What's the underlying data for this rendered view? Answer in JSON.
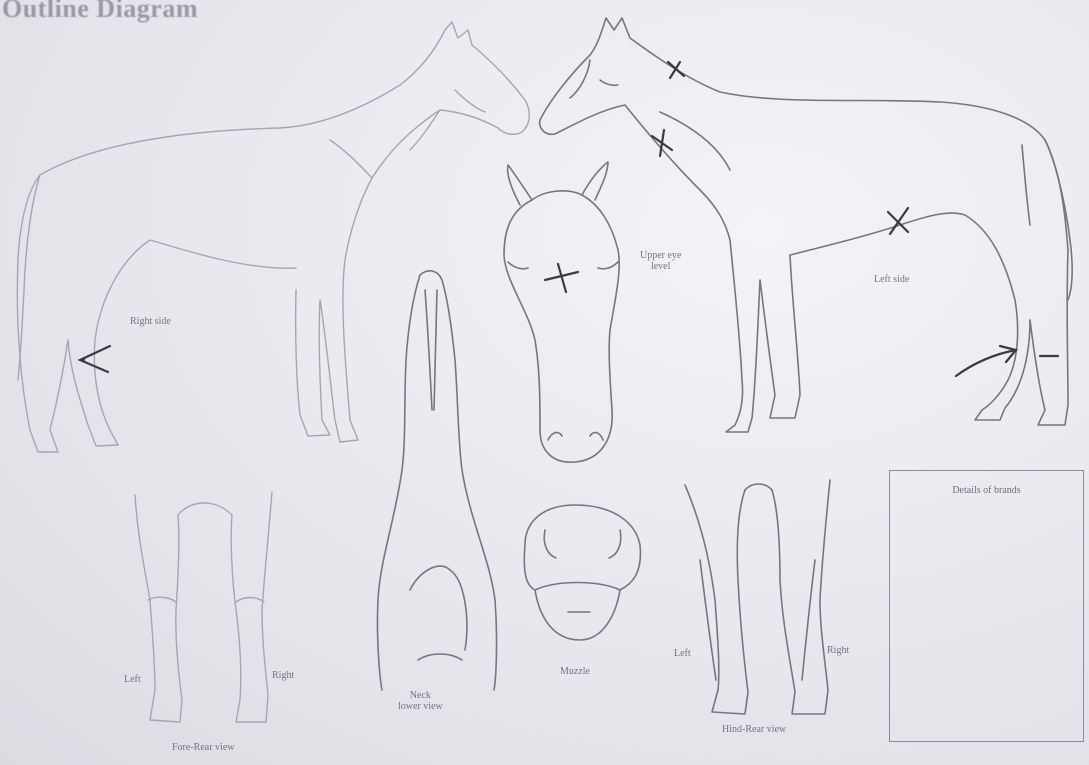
{
  "title": "Outline Diagram",
  "labels": {
    "right_side": "Right side",
    "left_side": "Left side",
    "upper_eye_level": [
      "Upper eye",
      "level"
    ],
    "neck_lower_view": [
      "Neck",
      "lower view"
    ],
    "muzzle": "Muzzle",
    "fore_left": "Left",
    "fore_right": "Right",
    "fore_rear_view": "Fore-Rear view",
    "hind_left": "Left",
    "hind_right": "Right",
    "hind_rear_view": "Hind-Rear view",
    "details_of_brands": "Details of brands"
  },
  "markings": [
    "cross",
    "cross",
    "cross",
    "cross",
    "arrow",
    "arrow",
    "line"
  ]
}
